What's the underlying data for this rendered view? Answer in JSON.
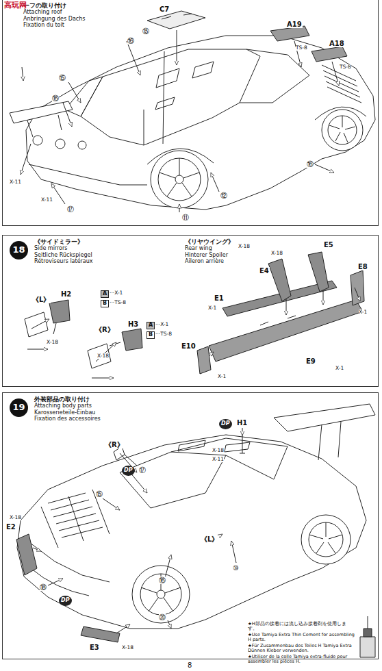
{
  "diagram": {
    "nodes": [
      {
        "text": [
          "ーフの取り付け",
          "Attaching roof",
          "Anbringung des Dachs",
          "Fixation du toit"
        ]
      },
      {
        "text": [
          "《サイドミラー》",
          "Side mirrors",
          "Seitliche Rückspiegel",
          "Rétroviseurs latéraux",
          "《リヤウイング》",
          "Rear wing",
          "Hinterer Spoiler",
          "Aileron arrière"
        ]
      },
      {
        "text": [
          "外装部品の取り付け",
          "Attaching body parts",
          "Karosserieteile-Einbau",
          "Fixation des accessoires"
        ]
      },
      {
        "text": [
          "18"
        ],
        "in": 1
      },
      {
        "text": [
          "19"
        ],
        "in": 2
      }
    ],
    "labels": [
      "高玩网",
      "C7",
      "⑮",
      "⑯",
      "A19",
      "TS-8",
      "A18",
      "TS-8",
      "⑮",
      "⑯",
      "X-11",
      "X-11",
      "⑰",
      "⑫",
      "⑪",
      "⑯",
      "H2",
      "A",
      "···X-1",
      "B",
      "···TS-8",
      "《L》",
      "《R》",
      "H3",
      "A",
      "···X-1",
      "B",
      "···TS-8",
      "X-18",
      "X-18",
      "X-18",
      "X-18",
      "E5",
      "E4",
      "E8",
      "E1",
      "X-1",
      "X-1",
      "E10",
      "X-1",
      "E9",
      "X-1",
      "DP",
      "H1",
      "X-18",
      "X-11",
      "《R》",
      "DP",
      "⑰",
      "⑮",
      "X-18",
      "E2",
      "⑱",
      "DP",
      "⑯",
      "⑳",
      "E3",
      "X-18",
      "《L》",
      "⑩",
      "★H部品の接着には流し込み接着剤を使用します。",
      "★Use Tamiya Extra Thin Cement for assembling H parts.",
      "★Für Zusammenbau des Teiles H Tamiya Extra Dünnen Kleber verwenden.",
      "★Utiliser de la colle Tamiya extra-fluide pour assembler les pièces H.",
      "8"
    ]
  }
}
